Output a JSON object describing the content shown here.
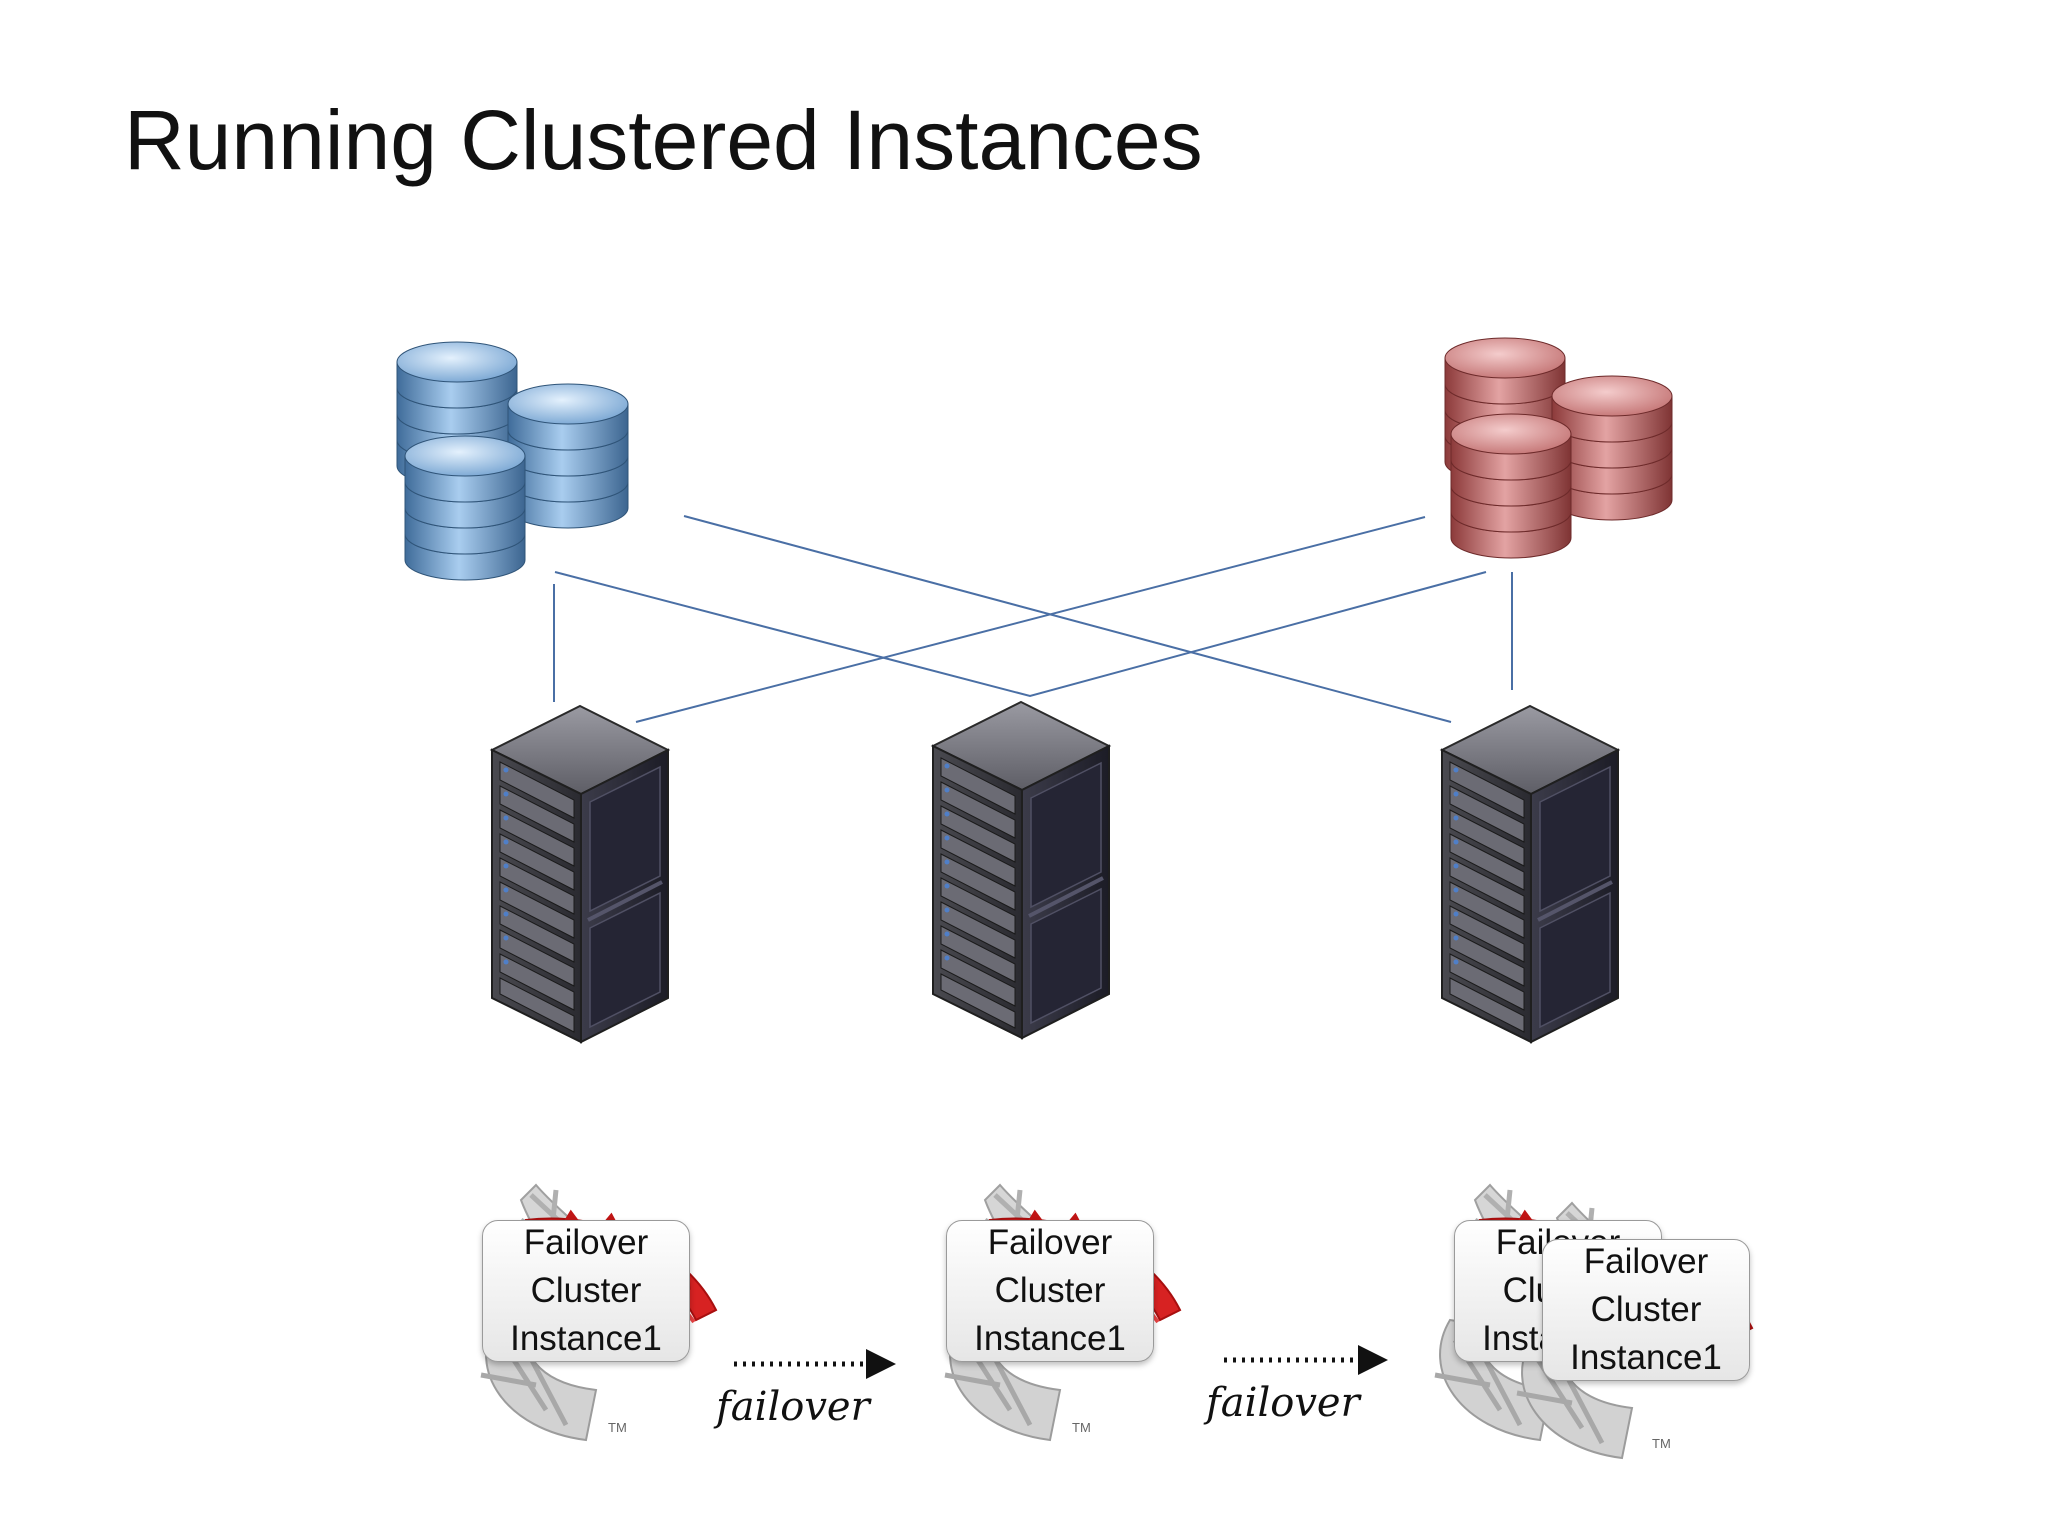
{
  "slide": {
    "title": "Running Clustered Instances"
  },
  "colors": {
    "link_line": "#4a6fa5",
    "db_blue": "#6fa3d6",
    "db_red": "#c97070",
    "sql_red": "#d42020",
    "sql_grey": "#c8c8c8"
  },
  "nodes": [
    {
      "label_line1": "Failover",
      "label_line2": "Cluster",
      "label_line3": "Instance1",
      "tm": "TM"
    },
    {
      "label_line1": "Failover",
      "label_line2": "Cluster",
      "label_line3": "Instance1",
      "tm": "TM"
    },
    {
      "label_line1": "Failover",
      "label_line2": "Cluster",
      "label_line3": "Instance1",
      "tm": "TM"
    }
  ],
  "node3_ghost": {
    "label_line1": "Failover",
    "label_line2": "Cluster",
    "label_line3": "Instance1"
  },
  "arrows": [
    {
      "label": "failover"
    },
    {
      "label": "failover"
    }
  ],
  "icons": {
    "storage_left": "database-stack-blue-icon",
    "storage_right": "database-stack-red-icon",
    "server": "server-rack-icon",
    "sql": "sql-server-logo-icon"
  }
}
